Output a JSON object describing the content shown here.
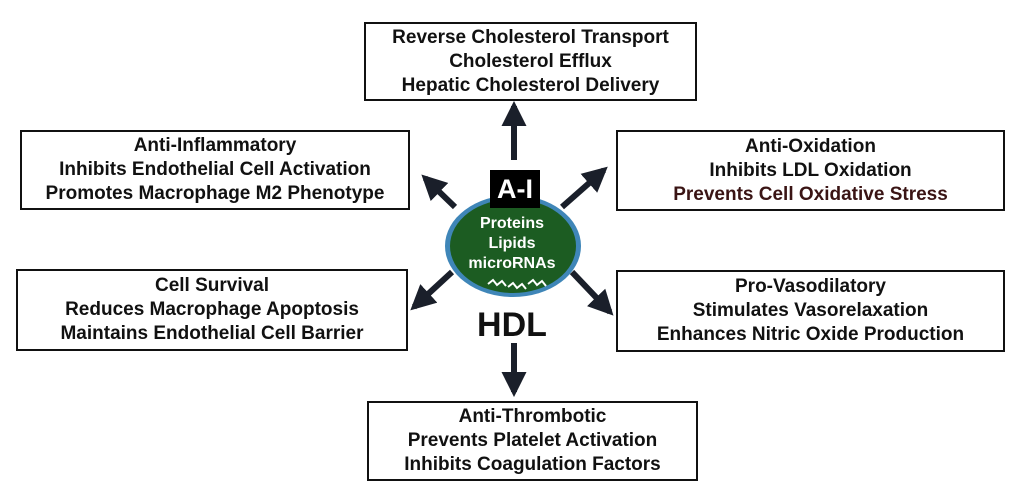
{
  "center": {
    "apo_label": "A-I",
    "contents": [
      "Proteins",
      "Lipids",
      "microRNAs"
    ],
    "name": "HDL",
    "particle_color": "#1c5c22",
    "rim_color": "#3f86b8"
  },
  "boxes": {
    "top": {
      "lines": [
        "Reverse Cholesterol Transport",
        "Cholesterol Efflux",
        "Hepatic Cholesterol Delivery"
      ]
    },
    "upper_left": {
      "lines": [
        "Anti-Inflammatory",
        "Inhibits Endothelial Cell Activation",
        "Promotes Macrophage M2 Phenotype"
      ]
    },
    "upper_right": {
      "lines": [
        "Anti-Oxidation",
        "Inhibits LDL Oxidation",
        "Prevents Cell Oxidative Stress"
      ]
    },
    "lower_left": {
      "lines": [
        "Cell Survival",
        "Reduces Macrophage Apoptosis",
        "Maintains Endothelial Cell Barrier"
      ]
    },
    "lower_right": {
      "lines": [
        "Pro-Vasodilatory",
        "Stimulates Vasorelaxation",
        "Enhances Nitric Oxide Production"
      ]
    },
    "bottom": {
      "lines": [
        "Anti-Thrombotic",
        "Prevents Platelet Activation",
        "Inhibits Coagulation Factors"
      ]
    }
  },
  "colors": {
    "arrow": "#1a1f2a",
    "text": "#111111",
    "accent_text": "#3a1414"
  }
}
